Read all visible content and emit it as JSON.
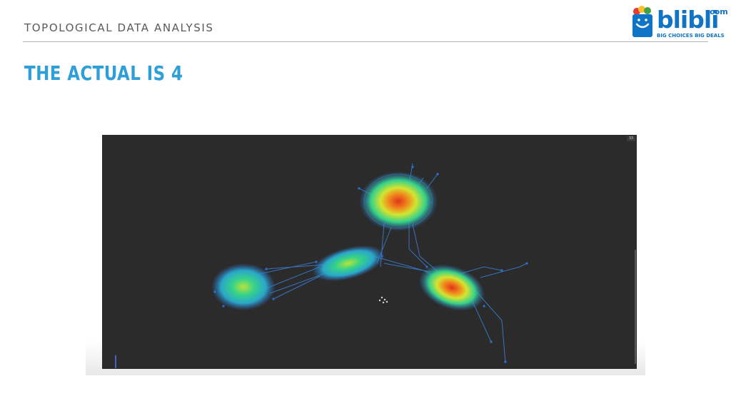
{
  "header": {
    "title": "TOPOLOGICAL DATA ANALYSIS"
  },
  "logo": {
    "word": "blibli",
    "suffix": ".com",
    "tagline": "BIG CHOICES  BIG DEALS",
    "colors": {
      "blue": "#0f73c6",
      "red": "#e53935",
      "green": "#43a047",
      "yellow": "#fbc02d"
    }
  },
  "slide": {
    "title": "THE ACTUAL IS 4"
  },
  "screenshot": {
    "badge": "33",
    "colors": {
      "background": "#2b2b2b",
      "edge": "#3b7fd6",
      "node": "#2f6fd0",
      "hot": "#e0341b",
      "warm": "#d4e430",
      "mid": "#35d28a"
    }
  }
}
